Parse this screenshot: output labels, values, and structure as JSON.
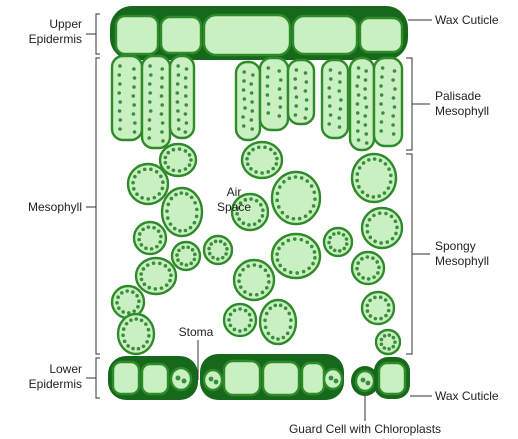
{
  "diagram": {
    "title": "",
    "labels": {
      "upper_epidermis": [
        "Upper",
        "Epidermis"
      ],
      "wax_cuticle_top": "Wax Cuticle",
      "palisade_mesophyll": [
        "Palisade",
        "Mesophyll"
      ],
      "mesophyll": "Mesophyll",
      "air_space": [
        "Air",
        "Space"
      ],
      "spongy_mesophyll": [
        "Spongy",
        "Mesophyll"
      ],
      "stoma": "Stoma",
      "lower_epidermis": [
        "Lower",
        "Epidermis"
      ],
      "wax_cuticle_bottom": "Wax Cuticle",
      "guard_cell": "Guard Cell with Chloroplasts"
    },
    "colors": {
      "cell_fill": "#c8f0c0",
      "cell_stroke": "#2f8a2a",
      "cuticle": "#16691a",
      "chloroplast": "#3c8c40",
      "text": "#222222"
    }
  }
}
